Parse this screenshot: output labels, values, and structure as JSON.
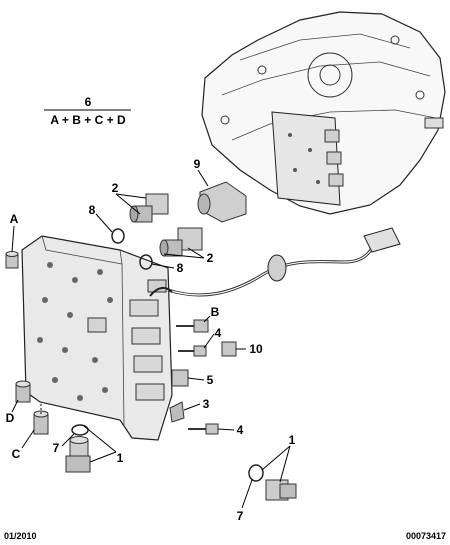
{
  "formula": {
    "number": "6",
    "expression": "A + B + C + D"
  },
  "callouts": {
    "A": "A",
    "B": "B",
    "C": "C",
    "D": "D",
    "n1a": "1",
    "n1b": "1",
    "n2a": "2",
    "n2b": "2",
    "n3": "3",
    "n4a": "4",
    "n4b": "4",
    "n5": "5",
    "n7a": "7",
    "n7b": "7",
    "n8a": "8",
    "n8b": "8",
    "n9": "9",
    "n10": "10"
  },
  "footer": {
    "date": "01/2010",
    "ref": "00073417"
  }
}
